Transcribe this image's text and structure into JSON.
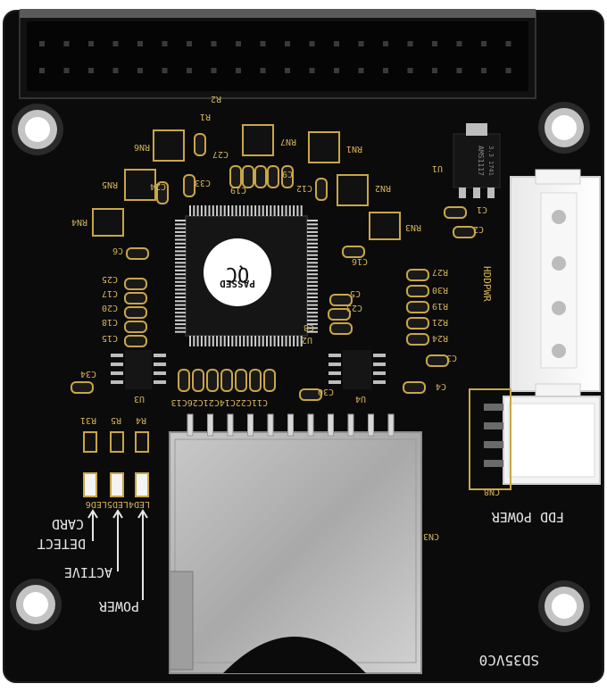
{
  "board": {
    "pcb_color": "#0b0b0b",
    "silk_color": "#d6b45a",
    "pad_color": "#c9a647",
    "qc_sticker": {
      "line1": "QC",
      "line2": "PASSED"
    },
    "labels": {
      "r2": "R2",
      "r1": "R1",
      "rn6": "RN6",
      "rn5": "RN5",
      "rn4": "RN4",
      "rn7": "RN7",
      "rn1": "RN1",
      "rn2": "RN2",
      "rn3": "RN3",
      "u1": "U1",
      "u2": "U2",
      "u3": "U3",
      "u4": "U4",
      "c27": "C27",
      "c9": "C9",
      "c33": "C33",
      "c19": "C19",
      "c12": "C12",
      "c24": "C24",
      "c1": "C1",
      "c2": "C2",
      "c6": "C6",
      "c16": "C16",
      "c25": "C25",
      "c17": "C17",
      "c20": "C20",
      "c18": "C18",
      "c15": "C15",
      "c5": "C5",
      "c23": "C23",
      "c8": "C8",
      "c3": "C3",
      "c4": "C4",
      "c34": "C34",
      "c30": "C30",
      "bottom_caps": "C11C22C14C21C26C13",
      "r27": "R27",
      "r30": "R30",
      "r19": "R19",
      "r21": "R21",
      "r24": "R24",
      "r31": "R31",
      "r5": "R5",
      "r4": "R4",
      "led_row": "LED4LED5LED6",
      "hddpwr": "HDDPWR",
      "cn8": "CN8",
      "cn3": "CN3",
      "fdd_power": "FDD POWER",
      "card_detect_1": "CARD",
      "card_detect_2": "DETECT",
      "active": "ACTIVE",
      "power": "POWER",
      "model": "SD35VC0",
      "ams_1": "AMS1117",
      "ams_2": "3.3 1741"
    }
  }
}
